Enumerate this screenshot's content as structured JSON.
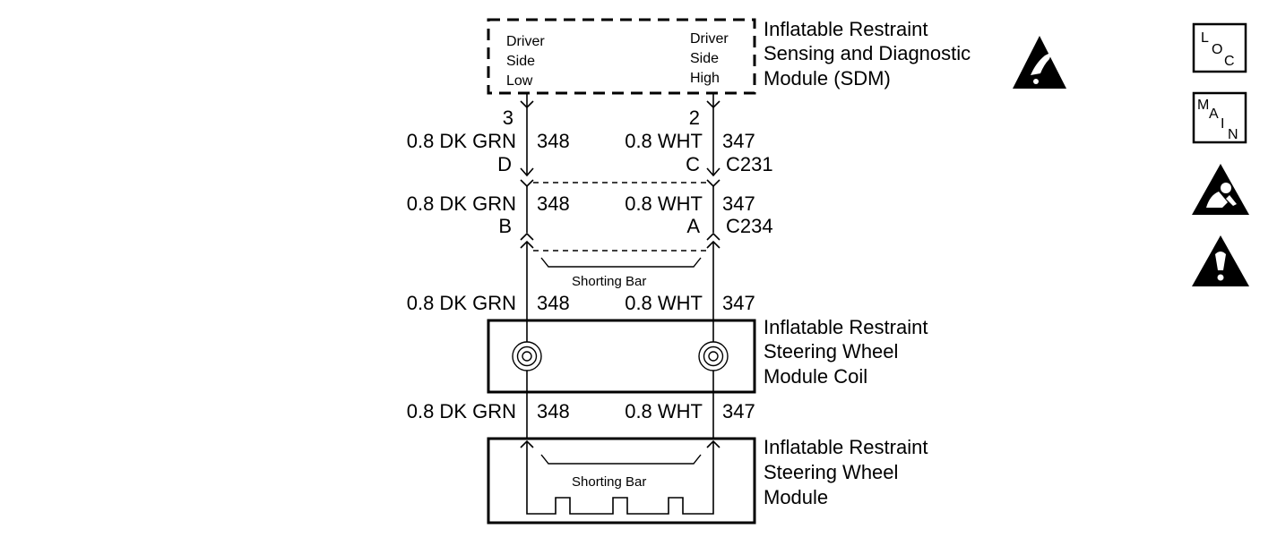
{
  "sdm": {
    "title": [
      "Inflatable Restraint",
      "Sensing and Diagnostic",
      "Module (SDM)"
    ],
    "left_terminal": [
      "Driver",
      "Side",
      "Low"
    ],
    "right_terminal": [
      "Driver",
      "Side",
      "High"
    ]
  },
  "wires": {
    "left": {
      "color": "0.8 DK GRN",
      "circuit": "348"
    },
    "right": {
      "color": "0.8 WHT",
      "circuit": "347"
    }
  },
  "connector_c231": {
    "name": "C231",
    "left_pin_top": "3",
    "right_pin_top": "2",
    "left_pin": "D",
    "right_pin": "C"
  },
  "connector_c234": {
    "name": "C234",
    "left_pin": "B",
    "right_pin": "A"
  },
  "shorting_bar_label": "Shorting Bar",
  "coil": {
    "title": [
      "Inflatable Restraint",
      "Steering Wheel",
      "Module Coil"
    ]
  },
  "module": {
    "title": [
      "Inflatable Restraint",
      "Steering Wheel",
      "Module"
    ]
  },
  "side_icons": {
    "loc": [
      "L",
      "O",
      "C"
    ],
    "main": [
      "M",
      "A",
      "I",
      "N"
    ]
  },
  "icons": [
    "esd-warning-icon",
    "loc-icon",
    "main-icon",
    "airbag-warning-icon",
    "caution-icon"
  ]
}
